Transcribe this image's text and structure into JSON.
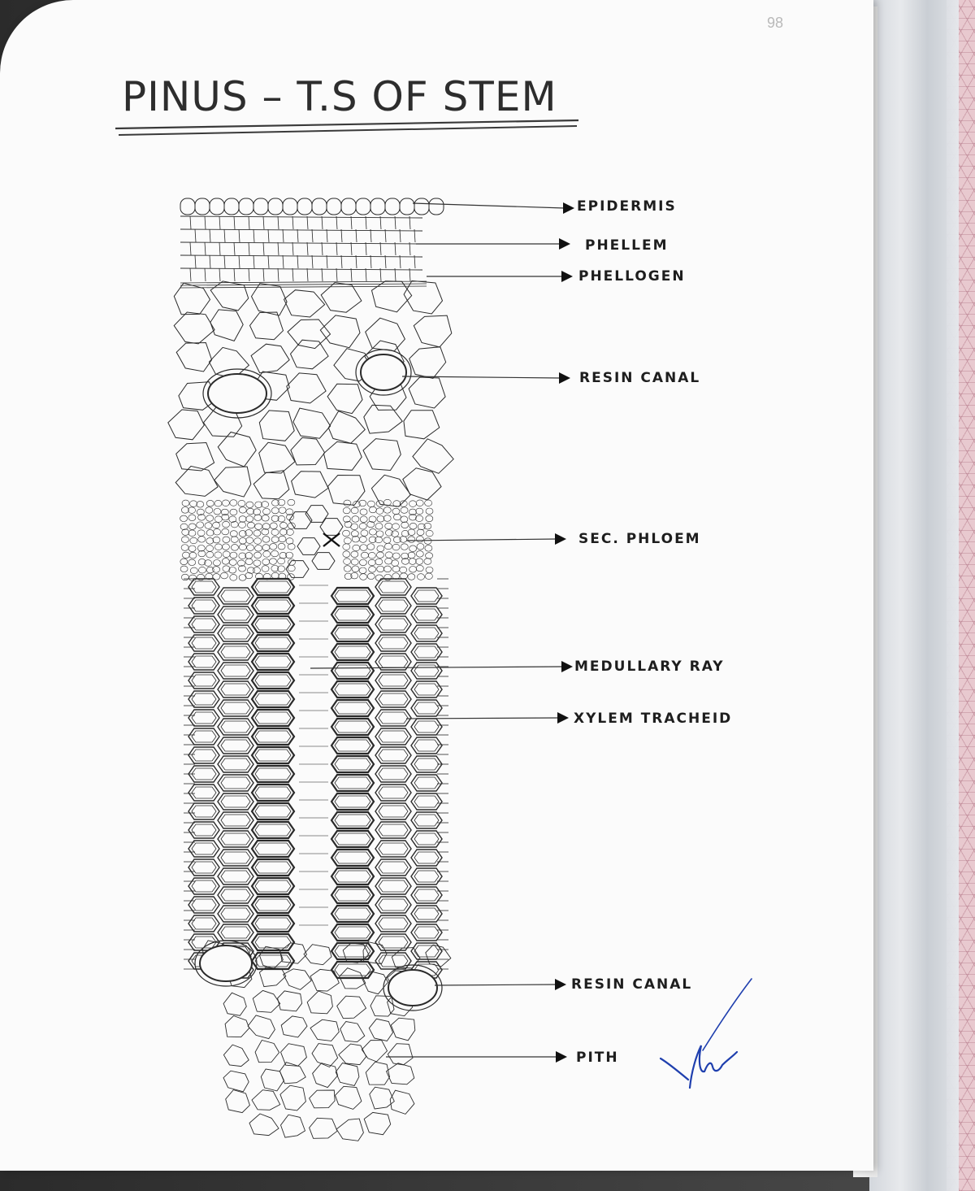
{
  "page_number": "98",
  "title": "PINUS – T.S OF STEM",
  "labels": {
    "epidermis": "EPIDERMIS",
    "phellem": "PHELLEM",
    "phellogen": "PHELLOGEN",
    "resin_canal_cortex": "RESIN CANAL",
    "sec_phloem": "SEC. PHLOEM",
    "medullary_ray": "MEDULLARY RAY",
    "xylem_tracheid": "XYLEM TRACHEID",
    "resin_canal_xylem": "RESIN CANAL",
    "pith": "PITH"
  },
  "colors": {
    "ink": "#2a2a2a",
    "signature_ink": "#1f3fae"
  }
}
